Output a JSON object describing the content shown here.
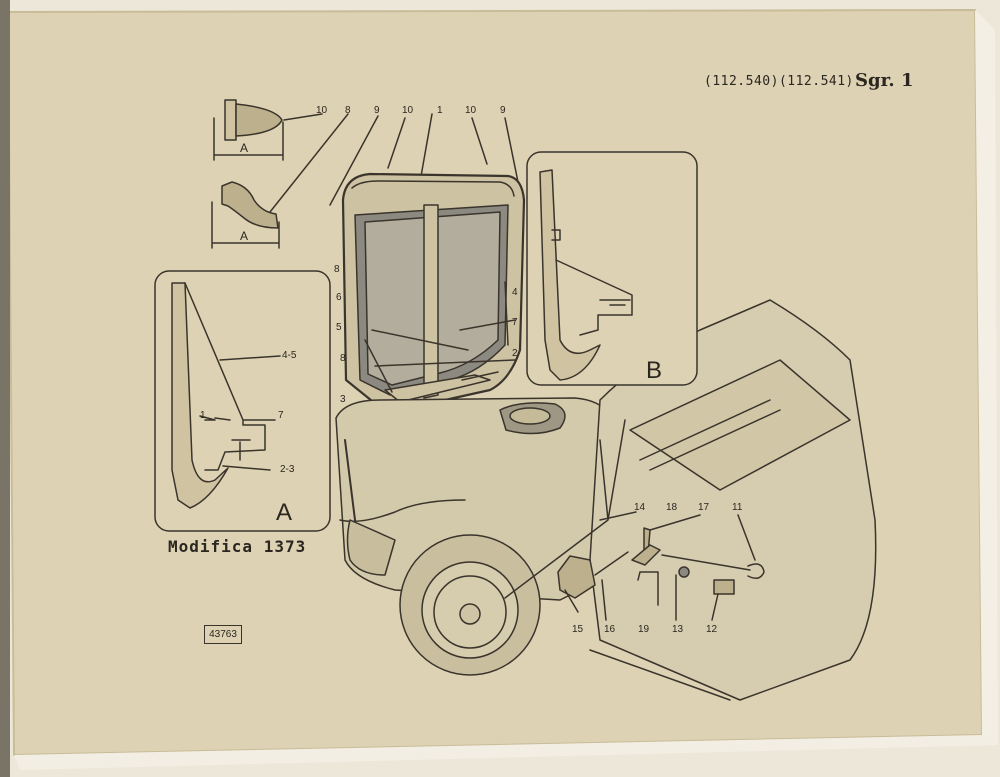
{
  "header": {
    "reference": "(112.540)(112.541)",
    "group": "Sgr. 1"
  },
  "caption": "Modifica 1373",
  "doc_number": "43763",
  "detail_views": {
    "a": {
      "letter": "A",
      "callouts": [
        "4-5",
        "1",
        "7",
        "2-3"
      ]
    },
    "b": {
      "letter": "B"
    }
  },
  "dimension_label": "A",
  "top_callouts": [
    "10",
    "8",
    "9",
    "10",
    "1",
    "10",
    "9"
  ],
  "left_callouts": [
    "8",
    "6",
    "5",
    "8",
    "3"
  ],
  "right_callouts": [
    "4",
    "7",
    "2"
  ],
  "parts_callouts": [
    "14",
    "18",
    "17",
    "11",
    "15",
    "16",
    "19",
    "13",
    "12"
  ],
  "colors": {
    "paper": "#ddd2b3",
    "ink": "#3a342c",
    "page_edge": "#f4f0e6"
  }
}
